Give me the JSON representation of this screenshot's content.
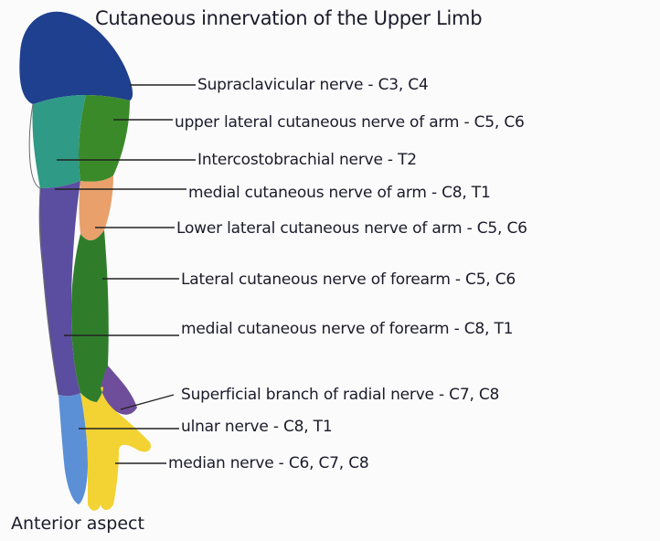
{
  "diagram": {
    "title": "Cutaneous innervation of the Upper Limb",
    "caption": "Anterior aspect",
    "labels": [
      "Supraclavicular nerve - C3, C4",
      "upper lateral cutaneous nerve of arm - C5, C6",
      "Intercostobrachial nerve - T2",
      "medial cutaneous nerve of arm - C8, T1",
      "Lower lateral cutaneous nerve of arm - C5, C6",
      "Lateral cutaneous nerve of forearm - C5, C6",
      "medial cutaneous nerve of forearm - C8, T1",
      "Superficial branch of radial nerve - C7, C8",
      "ulnar nerve - C8, T1",
      "median nerve - C6, C7, C8"
    ],
    "colors": {
      "supraclavicular": "#1f3f8f",
      "upper_lateral": "#3b8a2a",
      "intercostobrachial": "#2f9a86",
      "medial_arm": "#5a4a9e",
      "lower_lateral": "#e9a06b",
      "lateral_forearm": "#2f7d2b",
      "medial_forearm": "#5b4d9f",
      "radial_superficial": "#6e4e9a",
      "ulnar": "#5b8fd6",
      "median": "#f3d233"
    }
  }
}
